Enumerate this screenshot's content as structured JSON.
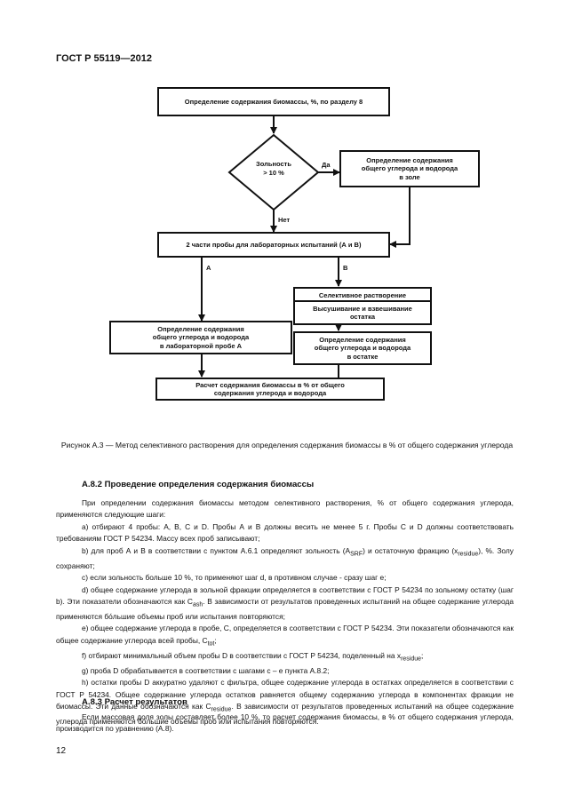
{
  "header": "ГОСТ Р 55119—2012",
  "flowchart": {
    "box_top": "Определение содержания биомассы, %, по разделу 8",
    "diamond": "Зольность\n> 10 %",
    "label_yes": "Да",
    "label_no": "Нет",
    "box_ash": "Определение содержания\nобщего углерода и водорода\nв золе",
    "box_split": "2 части пробы для лабораторных испытаний (А и В)",
    "label_a": "А",
    "label_b": "В",
    "box_dissolve": "Селективное растворение\nлабораторной пробы В",
    "box_dry": "Высушивание и взвешивание\nостатка",
    "box_residue": "Определение содержания\nобщего углерода и водорода\nв остатке",
    "box_sample_a": "Определение содержания\nобщего углерода и водорода\nв лабораторной пробе А",
    "box_calc": "Расчет содержания биомассы в % от общего\nсодержания углерода и водорода"
  },
  "caption": "Рисунок А.3 — Метод селективного растворения для определения содержания биомассы в % от общего содержания углерода",
  "section_a82": {
    "heading": "А.8.2 Проведение определения содержания биомассы",
    "intro": "При определении содержания биомассы методом селективного растворения, % от общего содержания углерода, применяются следующие шаги:",
    "step_a": "а) отбирают 4 пробы: А, В, С и D. Пробы А и В должны весить не менее 5 г. Пробы С и D должны соответствовать требованиям ГОСТ Р 54234. Массу всех проб записывают;",
    "step_b_1": "b) для проб А и В в соответствии с пунктом А.6.1 определяют зольность (A",
    "step_b_sub1": "SRF",
    "step_b_2": ") и остаточную фракцию (x",
    "step_b_sub2": "residue",
    "step_b_3": "), %. Золу сохраняют;",
    "step_c": "c) если зольность больше 10 %, то применяют шаг d, в противном случае - сразу шаг е;",
    "step_d_1": "d) общее содержание углерода в зольной фракции определяется в соответствии с ГОСТ Р 54234 по зольному остатку (шаг b). Эти показатели обозначаются как C",
    "step_d_sub": "ash",
    "step_d_2": ". В зависимости от результатов проведенных испытаний на общее содержание углерода применяются бо́льшие объемы проб или испытания повторяются;",
    "step_e_1": "е) общее содержание углерода в пробе, С, определяется в соответствии с ГОСТ Р 54234. Эти показатели обозначаются как общее содержание углерода всей пробы, C",
    "step_e_sub": "tot",
    "step_e_2": ";",
    "step_f_1": "f) отбирают минимальный объем пробы D в соответствии с ГОСТ Р 54234, поделенный на x",
    "step_f_sub": "residue",
    "step_f_2": ";",
    "step_g": "g) проба D обрабатывается в соответствии с шагами c – е пункта А.8.2;",
    "step_h_1": "h) остатки пробы D аккуратно удаляют с фильтра, общее содержание углерода в остатках определяется в соответствии с ГОСТ Р 54234. Общее содержание углерода остатков равняется общему содержанию углерода в компонентах фракции не биомассы. Эти данные обозначаются как C",
    "step_h_sub": "residue",
    "step_h_2": ". В зависимости от результатов проведенных испытаний на общее содержание углерода применяются бо́льшие объемы проб или испытания повторяются."
  },
  "section_a83": {
    "heading": "А.8.3 Расчет результатов",
    "text": "Если массовая доля золы составляет более 10 %, то расчет содержания биомассы, в % от общего содержания углерода, производится по уравнению (А.8)."
  },
  "page_number": "12"
}
